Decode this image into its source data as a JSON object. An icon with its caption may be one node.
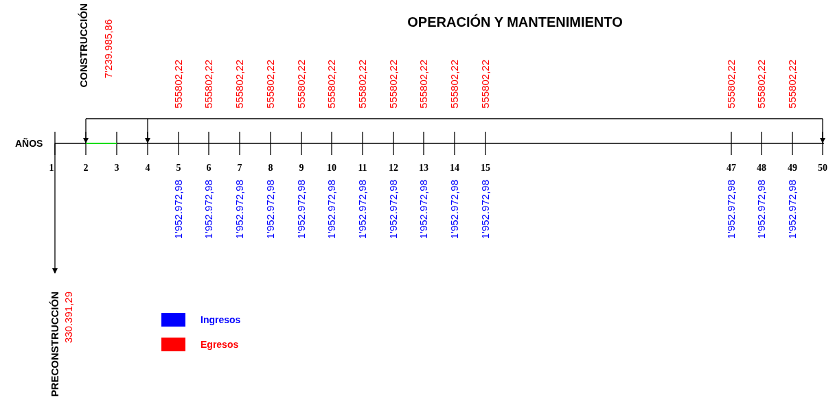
{
  "diagram": {
    "title": "OPERACIÓN Y MANTENIMIENTO",
    "labels": [
      "CONSTRUCCIÓN",
      "7'239.985,86",
      "555802,22",
      "555802,22",
      "555802,22",
      "555802,22",
      "555802,22",
      "555802,22",
      "555802,22",
      "555802,22",
      "555802,22",
      "555802,22",
      "555802,22",
      "555802,22",
      "555802,22",
      "555802,22",
      "AÑOS",
      "1",
      "2",
      "3",
      "4",
      "5",
      "6",
      "7",
      "8",
      "9",
      "10",
      "11",
      "12",
      "13",
      "14",
      "15",
      "47",
      "48",
      "49",
      "50",
      "1'952.972,98",
      "1'952.972,98",
      "1'952.972,98",
      "1'952.972,98",
      "1'952.972,98",
      "1'952.972,98",
      "1'952.972,98",
      "1'952.972,98",
      "1'952.972,98",
      "1'952.972,98",
      "1'952.972,98",
      "1'952.972,98",
      "1'952.972,98",
      "1'952.972,98",
      "PRECONSTRUCCIÓN",
      "330.391,29"
    ],
    "legend": [
      {
        "text": "Ingresos",
        "color": "#0000ff"
      },
      {
        "text": "Egresos",
        "color": "#ff0000"
      }
    ]
  }
}
